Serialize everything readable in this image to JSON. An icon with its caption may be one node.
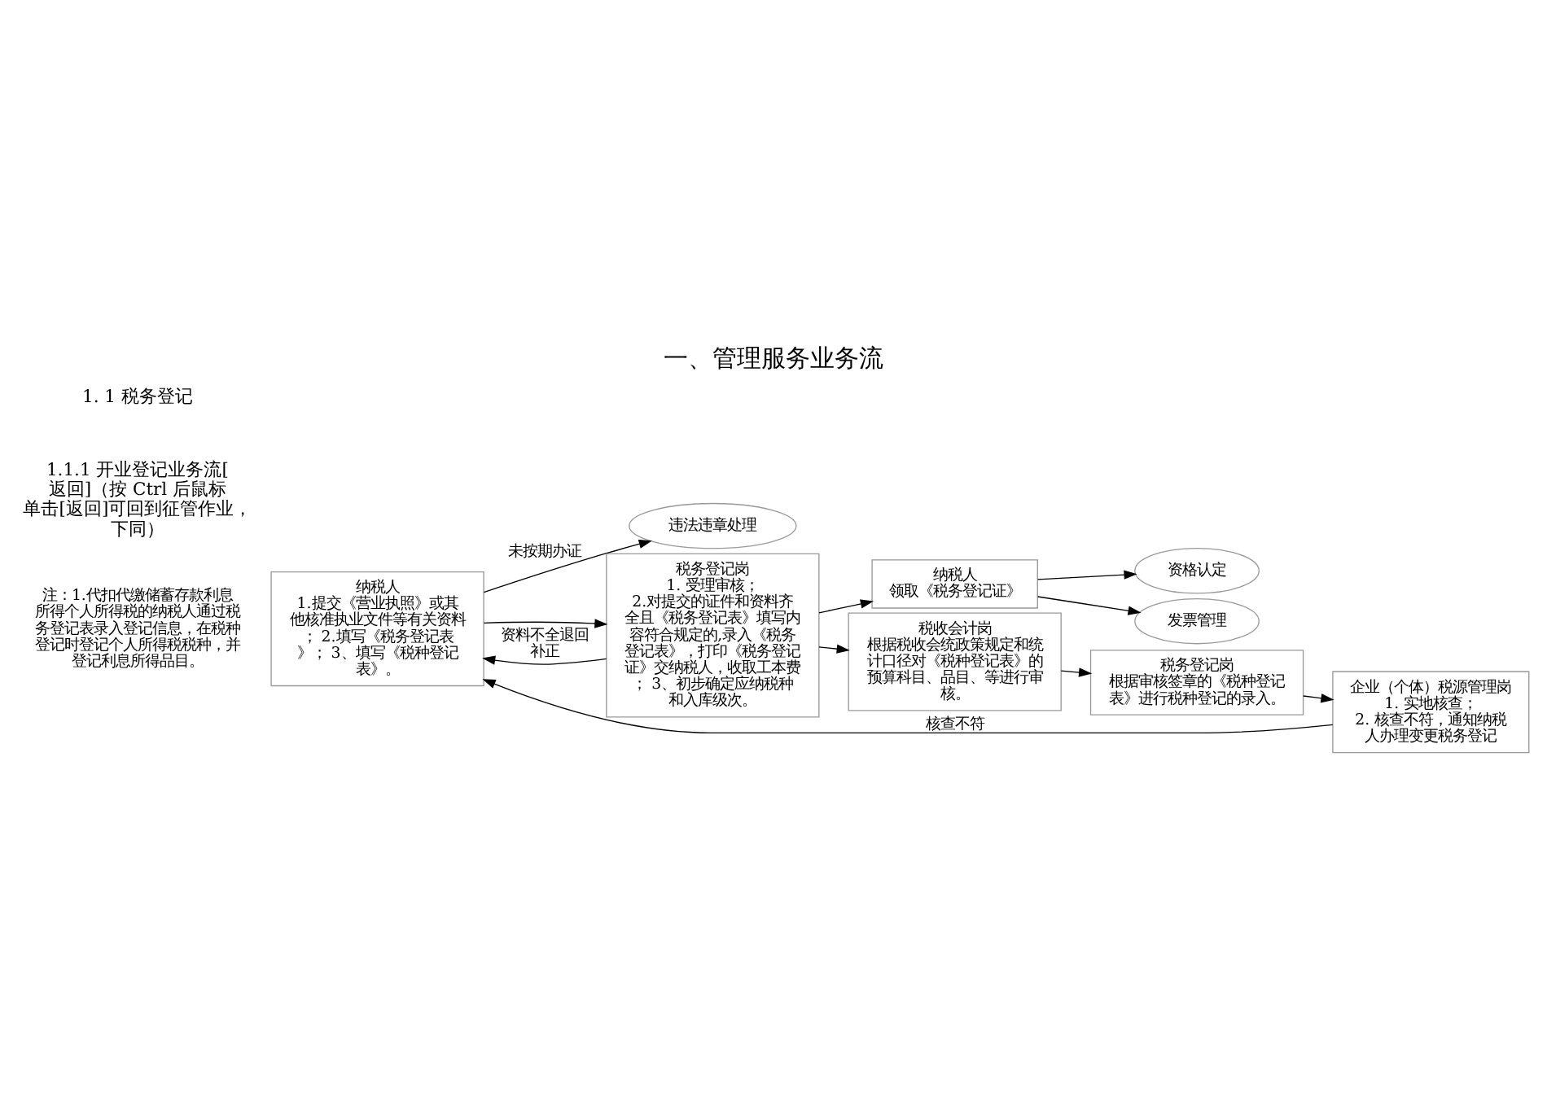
{
  "diagram": {
    "title": "一、管理服务业务流",
    "nodes": [
      {
        "text": [
          "纳税人",
          "1.提交《营业执照》或其他核准执业文件等有关资料； 2.填写《税务登记表》； 3、填写《税种登记表》。"
        ]
      },
      {
        "text": [
          "违法违章处理"
        ]
      },
      {
        "text": [
          "税务登记岗",
          "1. 受理审核；",
          "2.对提交的证件和资料齐全且《税务登记表》填写内容符合规定的,录入《税务登记表》，打印《税务登记证》交纳税人，收取工本费； 3、初步确定应纳税种和入库级次。"
        ]
      },
      {
        "text": [
          "纳税人",
          "领取《税务登记证》"
        ]
      },
      {
        "text": [
          "资格认定"
        ]
      },
      {
        "text": [
          "发票管理"
        ]
      },
      {
        "text": [
          "税收会计岗",
          "根据税收会统政策规定和统计口径对《税种登记表》的预算科目、品目、等进行审核。"
        ]
      },
      {
        "text": [
          "税务登记岗",
          "根据审核签章的《税种登记表》进行税种登记的录入。"
        ]
      },
      {
        "text": [
          "企业（个体）税源管理岗",
          "1. 实地核查；",
          "2. 核查不符，通知纳税人办理变更税务登记"
        ]
      }
    ],
    "edges": [
      {
        "from": 0,
        "to": 2,
        "arrow": "to"
      },
      {
        "from": 0,
        "to": 1,
        "arrow": "to",
        "label": "未按期办证"
      },
      {
        "from": 2,
        "to": 0,
        "arrow": "to",
        "label": "资料不全退回补正"
      },
      {
        "from": 2,
        "to": 3,
        "arrow": "to"
      },
      {
        "from": 2,
        "to": 6,
        "arrow": "to"
      },
      {
        "from": 3,
        "to": 4,
        "arrow": "to"
      },
      {
        "from": 3,
        "to": 5,
        "arrow": "to"
      },
      {
        "from": 6,
        "to": 7,
        "arrow": "to"
      },
      {
        "from": 7,
        "to": 8,
        "arrow": "to"
      },
      {
        "from": 8,
        "to": 0,
        "arrow": "to",
        "label": "核查不符"
      }
    ],
    "labels": [
      "1. 1 税务登记",
      "1.1.1 开业登记业务流[返回]（按 Ctrl 后鼠标单击[返回]可回到征管作业，下同）",
      "注：1.代扣代缴储蓄存款利息所得个人所得税的纳税人通过税务登记表录入登记信息，在税种登记时登记个人所得税税种，并登记利息所得品目。"
    ]
  }
}
